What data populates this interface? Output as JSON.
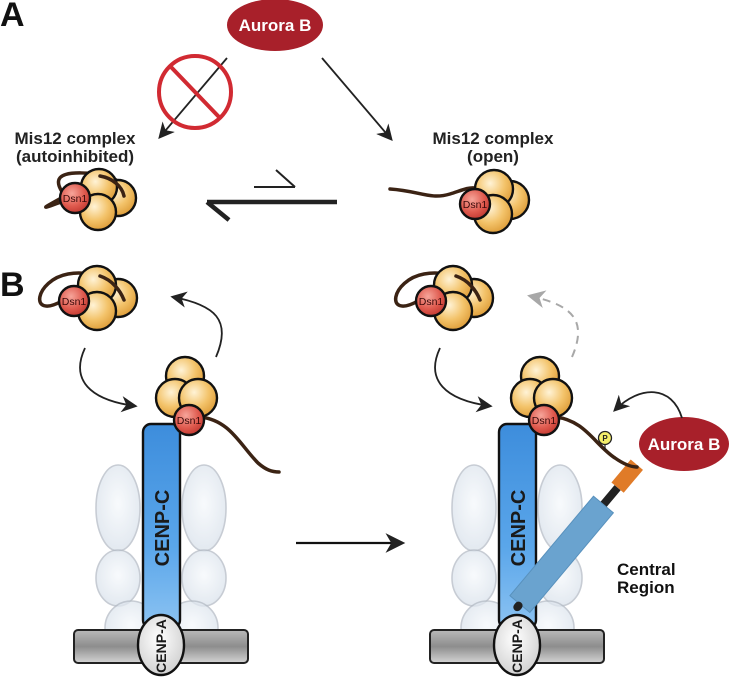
{
  "figure": {
    "panel_a": {
      "letter": "A",
      "aurora_label": "Aurora B",
      "left_complex": {
        "line1": "Mis12 complex",
        "line2": "(autoinhibited)",
        "dsn_label": "Dsn1"
      },
      "right_complex": {
        "line1": "Mis12 complex",
        "line2": "(open)",
        "dsn_label": "Dsn1"
      },
      "inhibit_symbol": "prohibited-sign",
      "equilibrium": "equilibrium-favoring-autoinhibited"
    },
    "panel_b": {
      "letter": "B",
      "left": {
        "free_dsn_label": "Dsn1",
        "bound_dsn_label": "Dsn1",
        "cenp_c_label": "CENP-C",
        "cenp_a_label": "CENP-A"
      },
      "right": {
        "free_dsn_label": "Dsn1",
        "bound_dsn_label": "Dsn1",
        "cenp_c_label": "CENP-C",
        "cenp_a_label": "CENP-A",
        "aurora_label": "Aurora B",
        "phospho_label": "P",
        "central_region_line1": "Central",
        "central_region_line2": "Region"
      }
    },
    "colors": {
      "aurora": "#a8202a",
      "dsn1": "#d9473f",
      "subunit": "#f0b955",
      "cenp_c": "#4a96e0",
      "central_region": "#6aa3cf",
      "linker_orange": "#e07b28",
      "inhibit_red": "#d12a32",
      "tail": "#3b2314",
      "phospho": "#f4ee6a"
    }
  }
}
